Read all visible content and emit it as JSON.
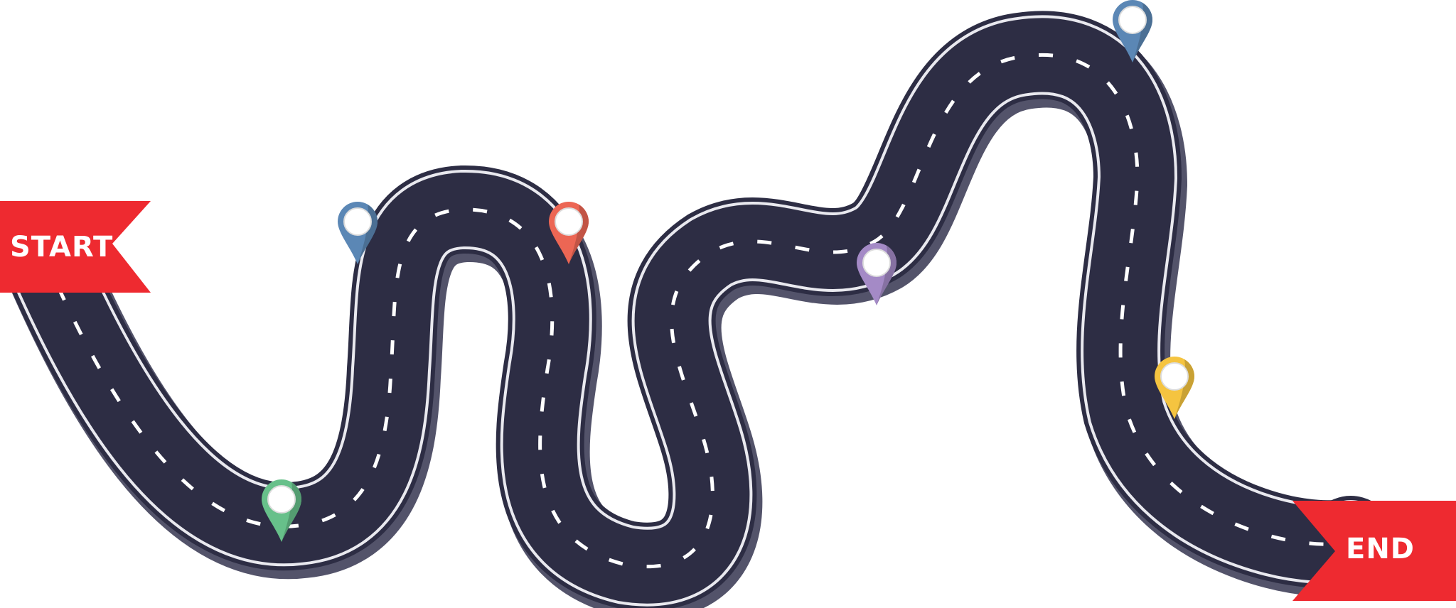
{
  "start_label": "START",
  "end_label": "END",
  "colors": {
    "road": "#2d2d44",
    "road_shadow": "#53536a",
    "edge_line": "#e9e9ef",
    "center_dash": "#ffffff",
    "flag": "#ee2a30",
    "background": "#ffffff"
  },
  "milestones": [
    {
      "name": "milestone-pin-1",
      "color": "#5b87b5",
      "icon": "map-pin-icon"
    },
    {
      "name": "milestone-pin-2",
      "color": "#67c08a",
      "icon": "map-pin-icon"
    },
    {
      "name": "milestone-pin-3",
      "color": "#ec6654",
      "icon": "map-pin-icon"
    },
    {
      "name": "milestone-pin-4",
      "color": "#a48ac6",
      "icon": "map-pin-icon"
    },
    {
      "name": "milestone-pin-5",
      "color": "#5b87b5",
      "icon": "map-pin-icon"
    },
    {
      "name": "milestone-pin-6",
      "color": "#f5c440",
      "icon": "map-pin-icon"
    }
  ]
}
